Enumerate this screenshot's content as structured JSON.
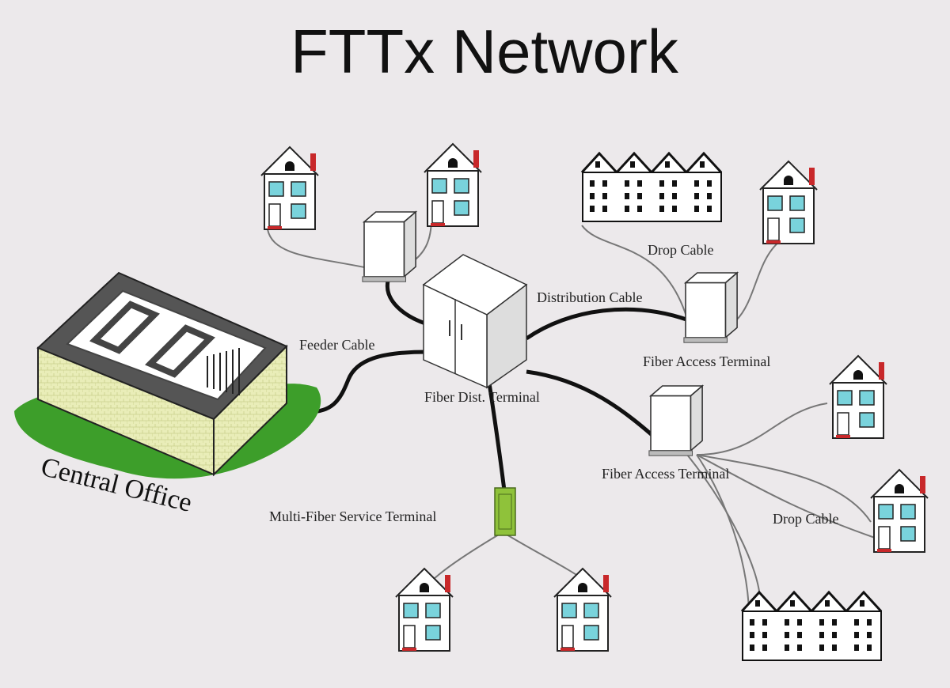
{
  "title": "FTTx Network",
  "labels": {
    "central_office": "Central Office",
    "feeder_cable": "Feeder Cable",
    "distribution_cable": "Distribution Cable",
    "drop_cable_top": "Drop Cable",
    "drop_cable_right": "Drop Cable",
    "fiber_dist_terminal": "Fiber Dist. Terminal",
    "fat_upper": "Fiber Access Terminal",
    "fat_lower": "Fiber Access Terminal",
    "mfst": "Multi-Fiber Service Terminal"
  },
  "colors": {
    "background": "#ece9eb",
    "window": "#79d3dc",
    "chimney": "#c8282a",
    "grass": "#3d9e2a",
    "building_wall": "#e9edb8",
    "mfst": "#8fc23a"
  }
}
